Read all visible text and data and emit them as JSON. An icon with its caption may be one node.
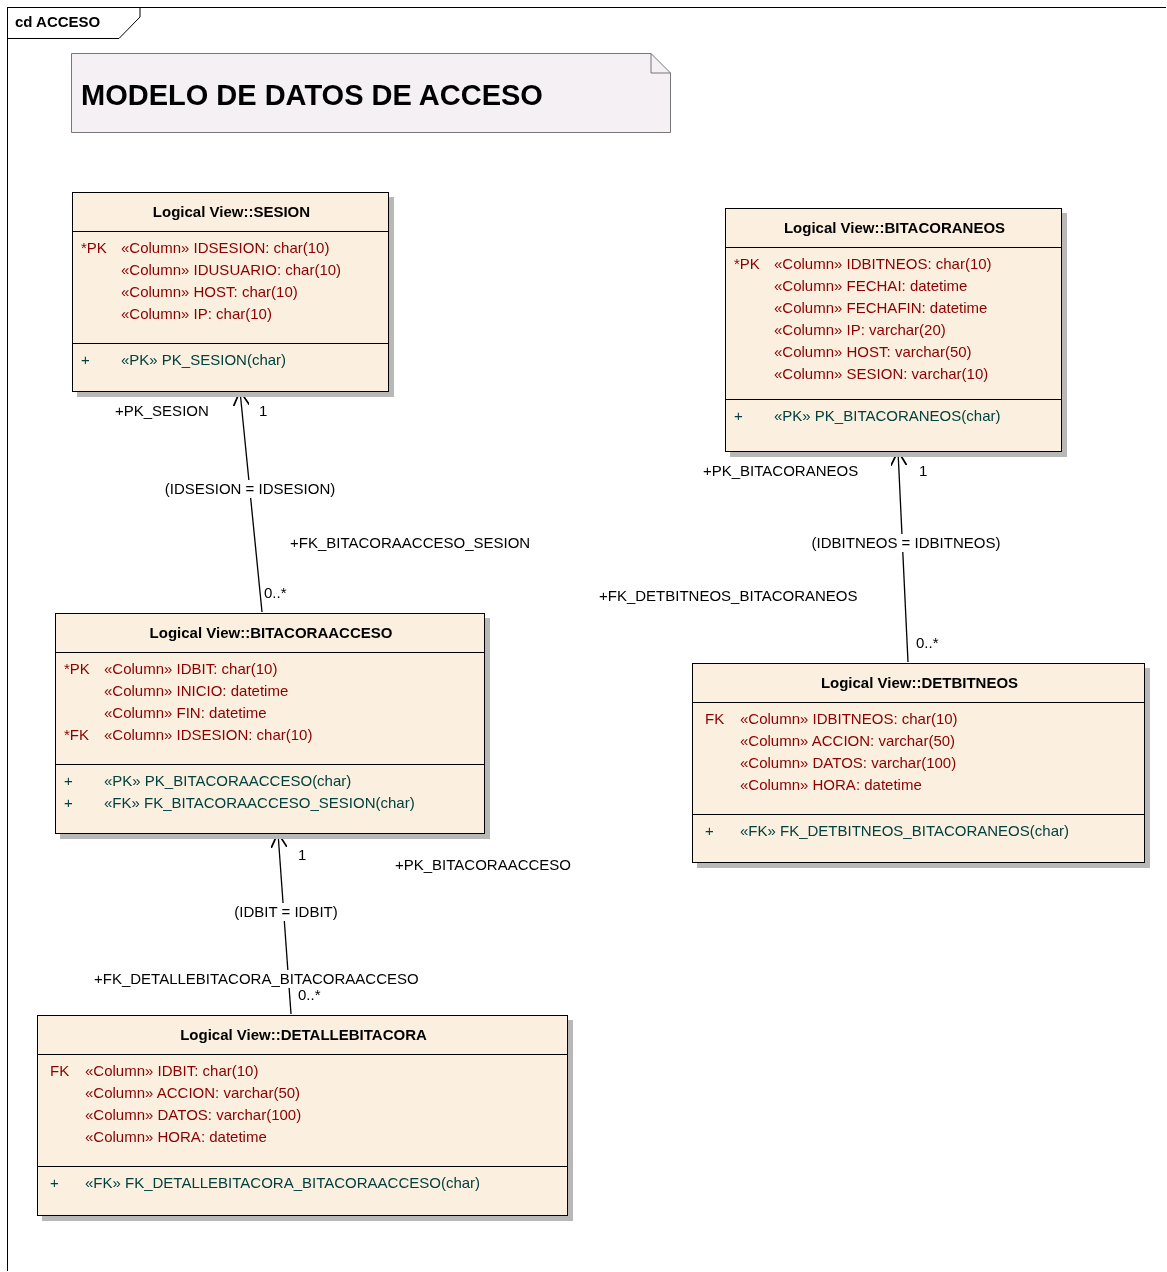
{
  "diagram": {
    "nodes": [
      {
        "text": [
          "cd ACCESO"
        ]
      },
      {
        "text": [
          "MODELO DE DATOS DE ACCESO"
        ],
        "in": 0
      },
      {
        "text": [
          "Logical View::SESION",
          "*PK",
          "«Column» IDSESION: char(10)",
          "«Column» IDUSUARIO: char(10)",
          "«Column» HOST: char(10)",
          "«Column» IP: char(10)",
          "+",
          "«PK» PK_SESION(char)"
        ],
        "in": 0
      },
      {
        "text": [
          "Logical View::BITACORANEOS",
          "*PK",
          "«Column» IDBITNEOS: char(10)",
          "«Column» FECHAI: datetime",
          "«Column» FECHAFIN: datetime",
          "«Column» IP: varchar(20)",
          "«Column» HOST: varchar(50)",
          "«Column» SESION: varchar(10)",
          "+",
          "«PK» PK_BITACORANEOS(char)"
        ],
        "in": 0
      },
      {
        "text": [
          "Logical View::BITACORAACCESO",
          "*PK",
          "«Column» IDBIT: char(10)",
          "«Column» INICIO: datetime",
          "«Column» FIN: datetime",
          "*FK",
          "«Column» IDSESION: char(10)",
          "+",
          "«PK» PK_BITACORAACCESO(char)",
          "+",
          "«FK» FK_BITACORAACCESO_SESION(char)"
        ],
        "in": 0
      },
      {
        "text": [
          "Logical View::DETBITNEOS",
          "FK",
          "«Column» IDBITNEOS: char(10)",
          "«Column» ACCION: varchar(50)",
          "«Column» DATOS: varchar(100)",
          "«Column» HORA: datetime",
          "+",
          "«FK» FK_DETBITNEOS_BITACORANEOS(char)"
        ],
        "in": 0
      },
      {
        "text": [
          "Logical View::DETALLEBITACORA",
          "FK",
          "«Column» IDBIT: char(10)",
          "«Column» ACCION: varchar(50)",
          "«Column» DATOS: varchar(100)",
          "«Column» HORA: datetime",
          "+",
          "«FK» FK_DETALLEBITACORA_BITACORAACCESO(char)"
        ],
        "in": 0
      }
    ],
    "edges": [
      {
        "from": 4,
        "to": 2,
        "arrow": "to",
        "label": "(IDSESION = IDSESION)"
      },
      {
        "from": 5,
        "to": 3,
        "arrow": "to",
        "label": "(IDBITNEOS = IDBITNEOS)"
      },
      {
        "from": 6,
        "to": 4,
        "arrow": "to",
        "label": "(IDBIT = IDBIT)"
      }
    ],
    "labels": [
      "+PK_SESION",
      "1",
      "+FK_BITACORAACCESO_SESION",
      "0..*",
      "+PK_BITACORANEOS",
      "1",
      "+FK_DETBITNEOS_BITACORANEOS",
      "0..*",
      "1",
      "+PK_BITACORAACCESO",
      "+FK_DETALLEBITACORA_BITACORAACCESO",
      "0..*"
    ]
  }
}
